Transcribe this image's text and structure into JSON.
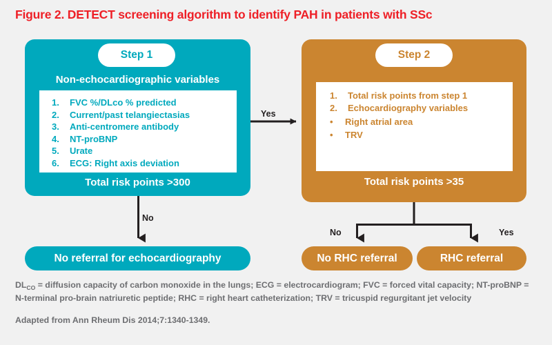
{
  "figure": {
    "title": "Figure 2. DETECT screening algorithm to identify PAH in patients with SSc",
    "title_color": "#ee2027",
    "background_color": "#f1f1f1"
  },
  "palette": {
    "teal": "#00a9bd",
    "orange": "#cb8530",
    "white": "#ffffff",
    "connector": "#231f20",
    "footnote_gray": "#6d6e71"
  },
  "step1": {
    "pill_label": "Step 1",
    "subtitle": "Non-echocardiographic variables",
    "items": [
      {
        "marker": "1.",
        "text": "FVC %/DLco % predicted"
      },
      {
        "marker": "2.",
        "text": "Current/past telangiectasias"
      },
      {
        "marker": "3.",
        "text": "Anti-centromere antibody"
      },
      {
        "marker": "4.",
        "text": "NT-proBNP"
      },
      {
        "marker": "5.",
        "text": "Urate"
      },
      {
        "marker": "6.",
        "text": "ECG: Right axis deviation"
      }
    ],
    "footer": "Total risk points >300"
  },
  "step2": {
    "pill_label": "Step 2",
    "items": [
      {
        "marker": "1.",
        "text": "Total risk points from step 1"
      },
      {
        "marker": "2.",
        "text": "Echocardiography variables"
      }
    ],
    "subitems": [
      {
        "marker": "•",
        "text": "Right atrial area"
      },
      {
        "marker": "•",
        "text": "TRV"
      }
    ],
    "footer": "Total risk points >35"
  },
  "edges": {
    "step1_to_step2": "Yes",
    "step1_to_no_echo": "No",
    "step2_to_no_rhc": "No",
    "step2_to_rhc": "Yes"
  },
  "outcomes": {
    "no_echo": "No referral for echocardiography",
    "no_rhc": "No RHC referral",
    "rhc": "RHC referral"
  },
  "footnote": {
    "abbrev_prefix": "DL",
    "abbrev_sub": "CO",
    "abbrev_body": " = diffusion capacity of carbon monoxide in the lungs; ECG = electrocardiogram; FVC = forced vital capacity; NT-proBNP = N-terminal pro-brain natriuretic peptide; RHC = right heart catheterization; TRV = tricuspid regurgitant jet velocity",
    "source": "Adapted from Ann Rheum Dis 2014;7:1340-1349."
  }
}
